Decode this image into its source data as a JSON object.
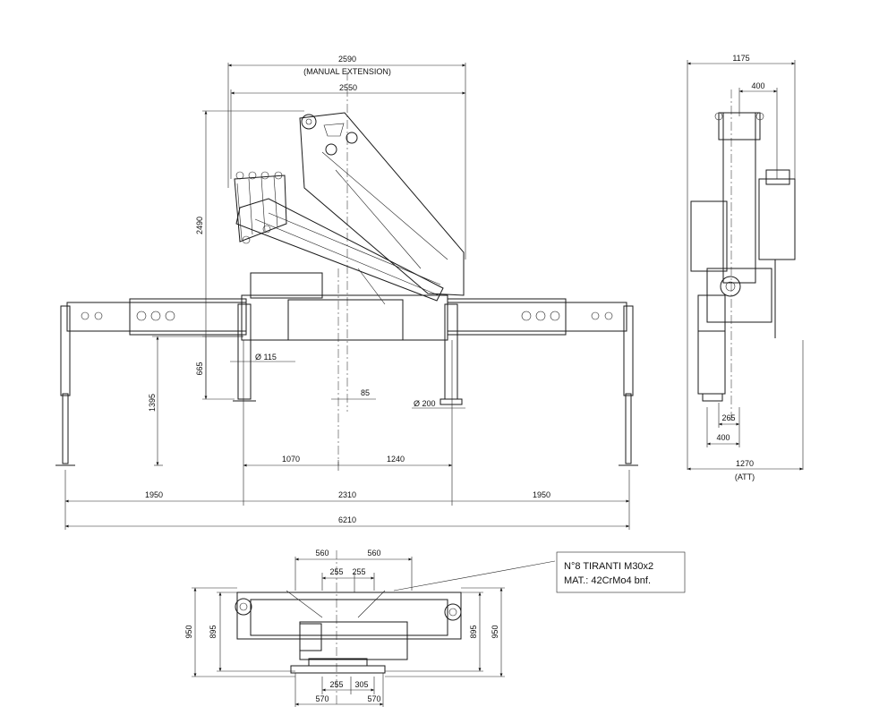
{
  "front_view": {
    "dim_manual_ext": "2590",
    "dim_manual_ext_note": "(MANUAL EXTENSION)",
    "dim_width": "2550",
    "dim_height": "2490",
    "dim_base_height": "665",
    "dim_leg_height": "1395",
    "dim_pin_dia": "Ø 115",
    "dim_pad_dia": "Ø 200",
    "dim_offset": "85",
    "dim_left_inner": "1070",
    "dim_right_inner": "1240",
    "dim_left_span": "1950",
    "dim_center_span": "2310",
    "dim_right_span": "1950",
    "dim_total": "6210"
  },
  "side_view": {
    "dim_top": "1175",
    "dim_top_inner": "400",
    "dim_bottom_265": "265",
    "dim_bottom_400": "400",
    "dim_bottom": "1270",
    "dim_bottom_note": "(ATT)"
  },
  "plan_view": {
    "dim_top_left": "560",
    "dim_top_right": "560",
    "dim_top_mid_left": "255",
    "dim_top_mid_right": "255",
    "dim_left_outer": "950",
    "dim_left_inner": "895",
    "dim_right_inner": "895",
    "dim_right_outer": "950",
    "dim_bottom_mid_left": "255",
    "dim_bottom_mid_right": "305",
    "dim_bottom_left": "570",
    "dim_bottom_right": "570"
  },
  "note": {
    "line1": "N°8 TIRANTI M30x2",
    "line2": "MAT.: 42CrMo4 bnf."
  }
}
